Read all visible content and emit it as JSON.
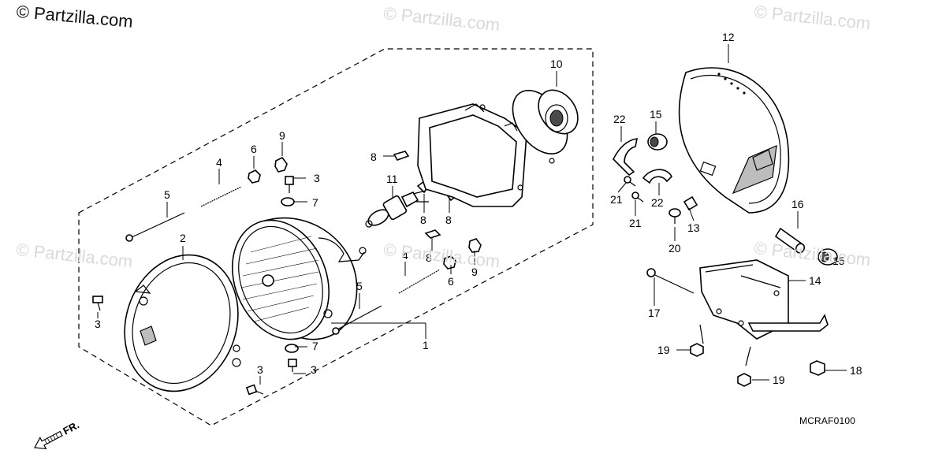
{
  "watermark": {
    "main": "© Partzilla.com",
    "faint": "© Partzilla.com"
  },
  "diagram_code": "MCRAF0100",
  "direction": {
    "label": "FR.",
    "icon": "front-direction-arrow-icon"
  },
  "callouts": [
    {
      "id": "c1",
      "text": "1"
    },
    {
      "id": "c2",
      "text": "2"
    },
    {
      "id": "c3a",
      "text": "3"
    },
    {
      "id": "c3b",
      "text": "3"
    },
    {
      "id": "c3c",
      "text": "3"
    },
    {
      "id": "c3d",
      "text": "3"
    },
    {
      "id": "c4a",
      "text": "4"
    },
    {
      "id": "c4b",
      "text": "4"
    },
    {
      "id": "c5a",
      "text": "5"
    },
    {
      "id": "c5b",
      "text": "5"
    },
    {
      "id": "c6a",
      "text": "6"
    },
    {
      "id": "c6b",
      "text": "6"
    },
    {
      "id": "c7a",
      "text": "7"
    },
    {
      "id": "c7b",
      "text": "7"
    },
    {
      "id": "c8a",
      "text": "8"
    },
    {
      "id": "c8b",
      "text": "8"
    },
    {
      "id": "c8c",
      "text": "8"
    },
    {
      "id": "c8d",
      "text": "8"
    },
    {
      "id": "c9a",
      "text": "9"
    },
    {
      "id": "c9b",
      "text": "9"
    },
    {
      "id": "c10",
      "text": "10"
    },
    {
      "id": "c11",
      "text": "11"
    },
    {
      "id": "c12",
      "text": "12"
    },
    {
      "id": "c13",
      "text": "13"
    },
    {
      "id": "c14",
      "text": "14"
    },
    {
      "id": "c15a",
      "text": "15"
    },
    {
      "id": "c15b",
      "text": "15"
    },
    {
      "id": "c16",
      "text": "16"
    },
    {
      "id": "c17",
      "text": "17"
    },
    {
      "id": "c18",
      "text": "18"
    },
    {
      "id": "c19a",
      "text": "19"
    },
    {
      "id": "c19b",
      "text": "19"
    },
    {
      "id": "c20",
      "text": "20"
    },
    {
      "id": "c21a",
      "text": "21"
    },
    {
      "id": "c21b",
      "text": "21"
    },
    {
      "id": "c22a",
      "text": "22"
    },
    {
      "id": "c22b",
      "text": "22"
    }
  ]
}
